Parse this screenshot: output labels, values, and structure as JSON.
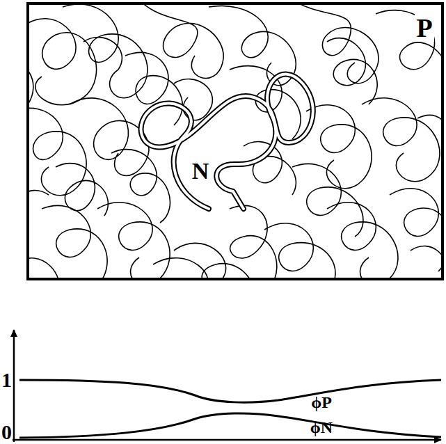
{
  "diagram": {
    "labels": [
      "P",
      "N",
      "1",
      "0",
      "ϕP",
      "ϕN"
    ]
  }
}
